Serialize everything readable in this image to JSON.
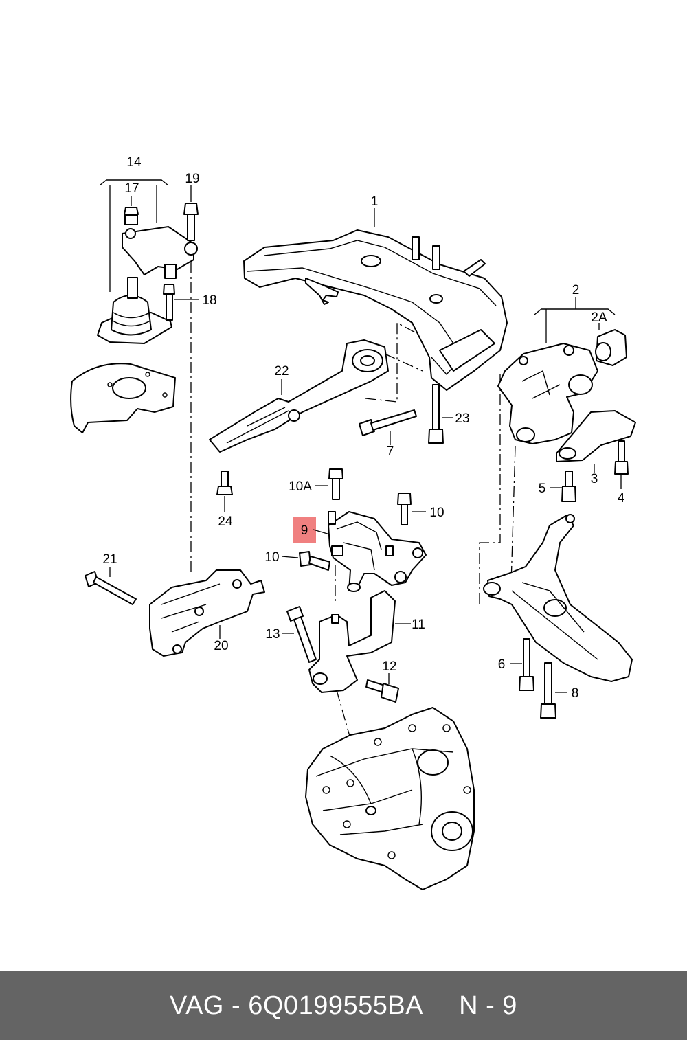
{
  "labels": {
    "l1": "1",
    "l2": "2",
    "l2a": "2A",
    "l3": "3",
    "l4": "4",
    "l5": "5",
    "l6": "6",
    "l7": "7",
    "l8": "8",
    "l9": "9",
    "l10a": "10A",
    "l10_upper": "10",
    "l10_lower": "10",
    "l11": "11",
    "l12": "12",
    "l13": "13",
    "l14": "14",
    "l17": "17",
    "l18": "18",
    "l19": "19",
    "l20": "20",
    "l21": "21",
    "l22": "22",
    "l23": "23",
    "l24": "24"
  },
  "highlight": {
    "part": "9",
    "color": "#f08080"
  },
  "footer": {
    "brand_part": "VAG - 6Q0199555BA",
    "diagram_ref": "N - 9"
  }
}
